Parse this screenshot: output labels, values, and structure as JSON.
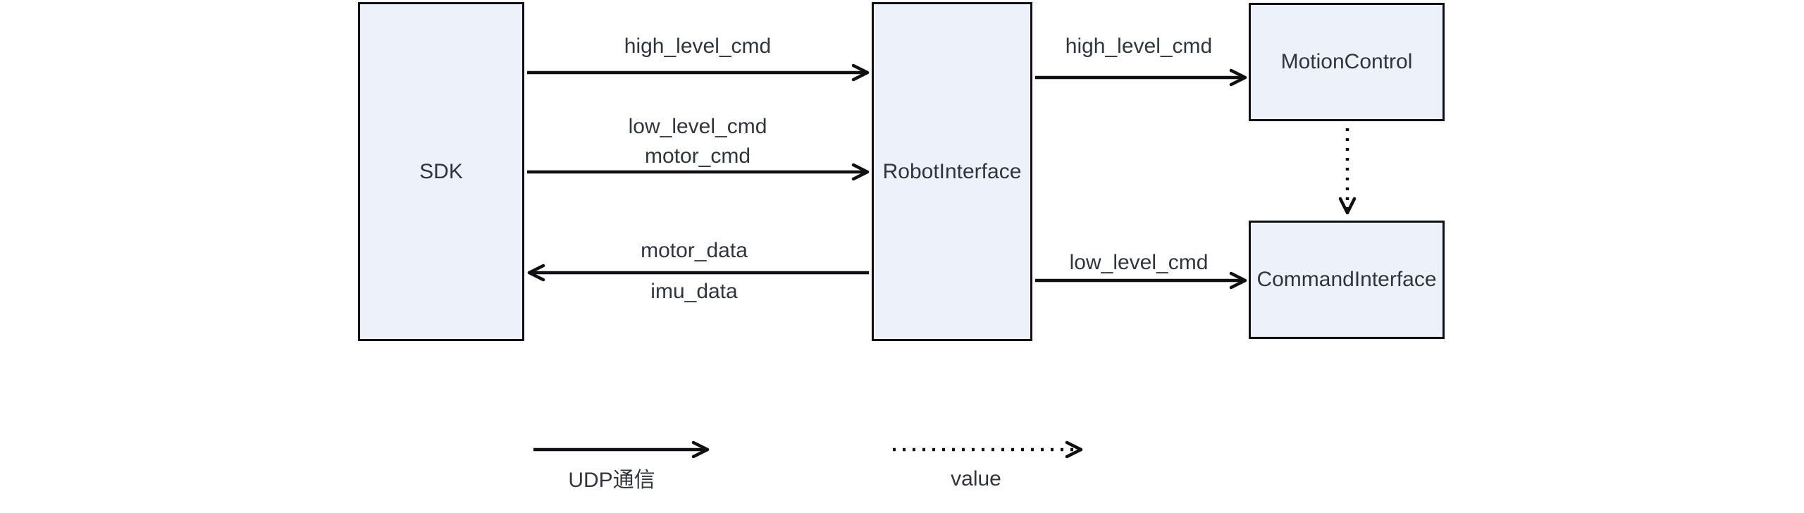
{
  "nodes": {
    "sdk": {
      "label": "SDK"
    },
    "robot_interface": {
      "label": "RobotInterface"
    },
    "motion_control": {
      "label": "MotionControl"
    },
    "command_interface": {
      "label": "CommandInterface"
    }
  },
  "edges": {
    "sdk_to_robot_high": {
      "from": "SDK",
      "to": "RobotInterface",
      "label": "high_level_cmd",
      "type": "udp",
      "direction": "right"
    },
    "sdk_to_robot_low": {
      "from": "SDK",
      "to": "RobotInterface",
      "labels": [
        "low_level_cmd",
        "motor_cmd"
      ],
      "type": "udp",
      "direction": "right"
    },
    "robot_to_sdk_data": {
      "from": "RobotInterface",
      "to": "SDK",
      "labels": [
        "motor_data",
        "imu_data"
      ],
      "type": "udp",
      "direction": "left"
    },
    "robot_to_motion": {
      "from": "RobotInterface",
      "to": "MotionControl",
      "label": "high_level_cmd",
      "type": "udp",
      "direction": "right"
    },
    "motion_to_command": {
      "from": "MotionControl",
      "to": "CommandInterface",
      "label": "",
      "type": "value",
      "direction": "down"
    },
    "robot_to_command": {
      "from": "RobotInterface",
      "to": "CommandInterface",
      "label": "low_level_cmd",
      "type": "udp",
      "direction": "right"
    }
  },
  "legend": {
    "udp": {
      "label": "UDP通信",
      "style": "solid-arrow"
    },
    "value": {
      "label": "value",
      "style": "dotted-arrow"
    }
  },
  "colors": {
    "node_fill": "#EDF2FA",
    "stroke": "#101012",
    "text": "#30343D",
    "background": "#FFFFFF"
  }
}
